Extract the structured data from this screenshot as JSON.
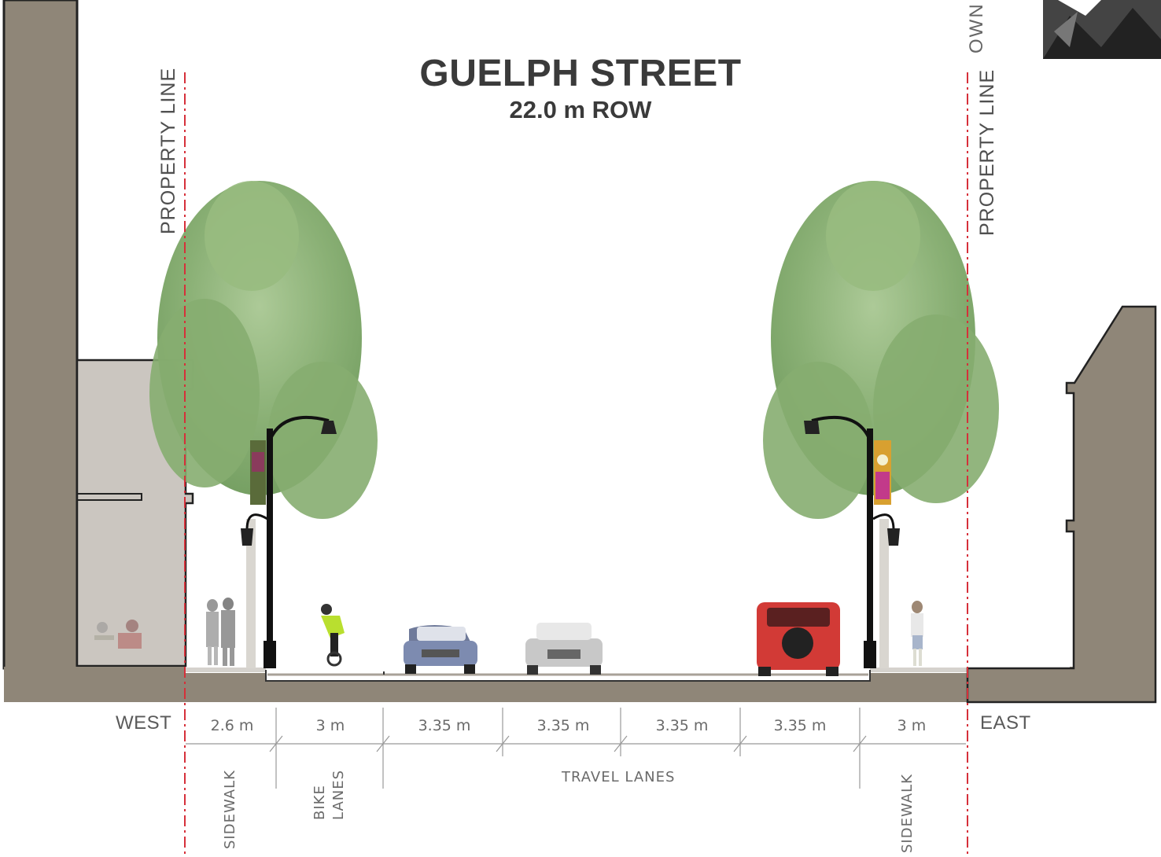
{
  "title": "GUELPH STREET",
  "subtitle": "22.0 m ROW",
  "property_line_label": "PROPERTY LINE",
  "directions": {
    "west": "WEST",
    "east": "EAST"
  },
  "dimensions": [
    "2.6 m",
    "3 m",
    "3.35 m",
    "3.35 m",
    "3.35 m",
    "3.35 m",
    "3 m"
  ],
  "zones": {
    "sidewalk_west": "SIDEWALK",
    "bike_lanes": "BIKE\nLANES",
    "bike": "BIKE",
    "lanes": "LANES",
    "travel_lanes": "TRAVEL LANES",
    "sidewalk_east": "SIDEWALK"
  },
  "logo_fragment": "OWN",
  "colors": {
    "ground": "#8f8678",
    "building_light": "#cbc6c0",
    "road_surface": "#9a9288",
    "property_line": "#d6303a",
    "tree": "#7fa66a",
    "car_blue": "#7d8bb0",
    "car_silver": "#c8c8c8",
    "car_red": "#d23a36"
  }
}
